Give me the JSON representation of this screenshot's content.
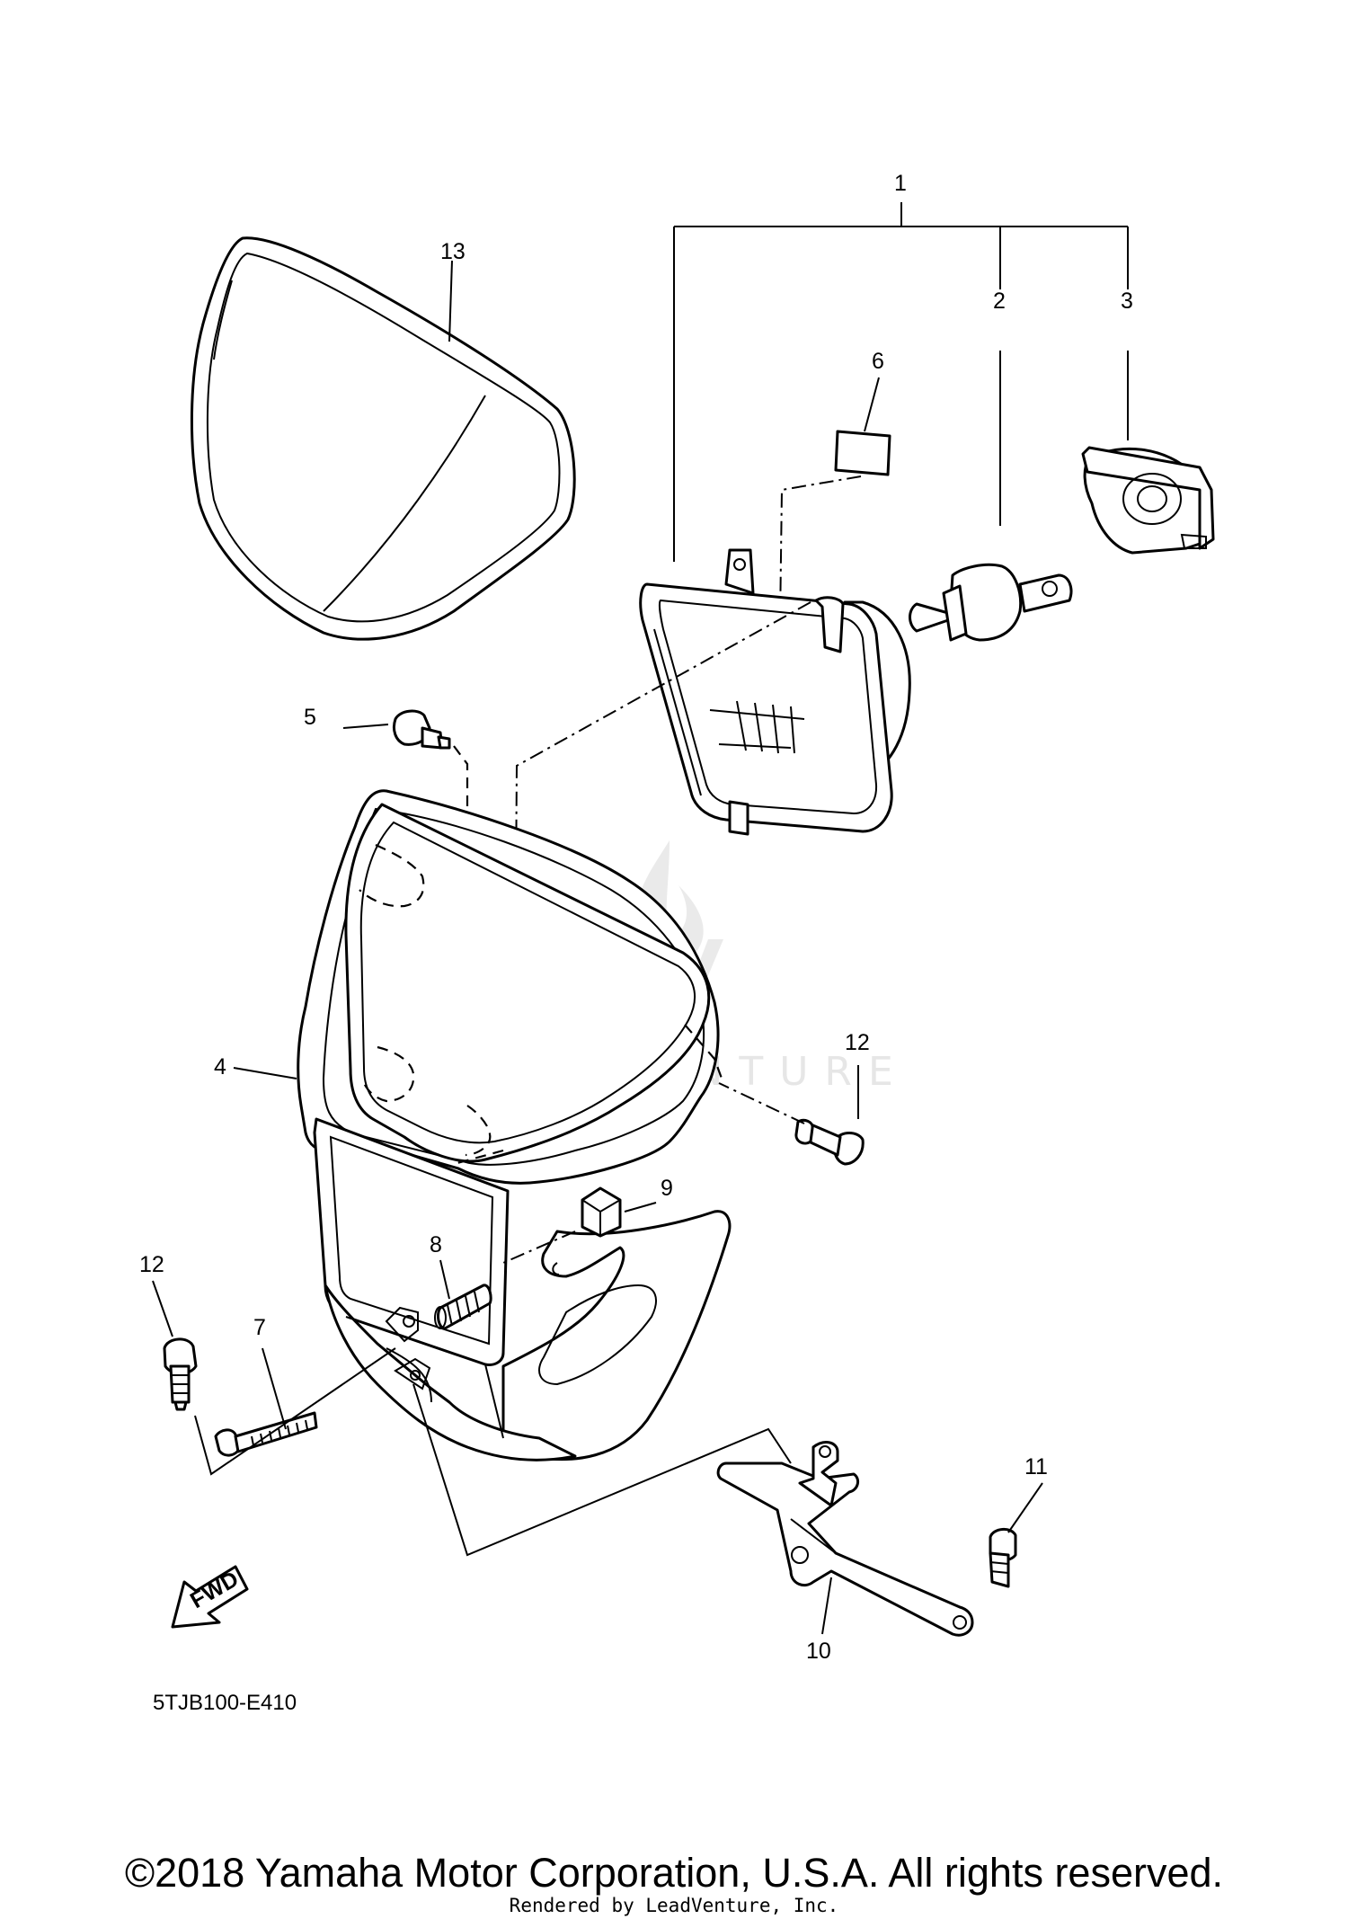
{
  "callouts": {
    "c1": "1",
    "c2": "2",
    "c3": "3",
    "c4": "4",
    "c5": "5",
    "c6": "6",
    "c7": "7",
    "c8": "8",
    "c9": "9",
    "c10": "10",
    "c11": "11",
    "c12a": "12",
    "c12b": "12",
    "c13": "13"
  },
  "fwd_label": "FWD",
  "diagram_code": "5TJB100-E410",
  "watermark": "LEADVENTURE",
  "copyright": "©2018 Yamaha Motor Corporation, U.S.A. All rights reserved.",
  "rendered_by": "Rendered by LeadVenture, Inc."
}
